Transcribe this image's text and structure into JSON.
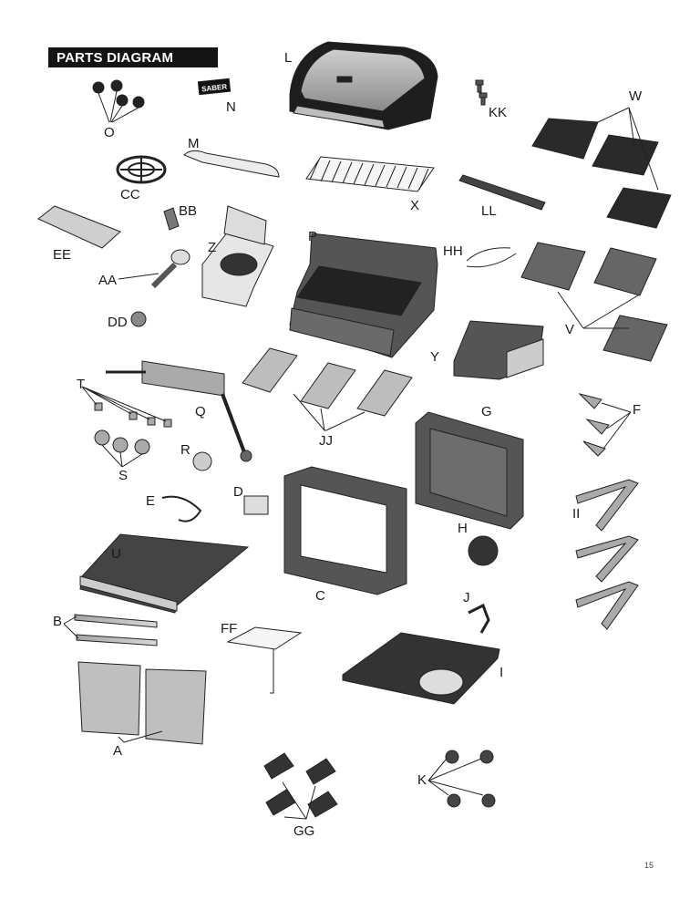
{
  "header": {
    "title": "PARTS DIAGRAM"
  },
  "logo_text": "SABER",
  "page_number": "15",
  "labels": [
    "L",
    "N",
    "KK",
    "W",
    "O",
    "M",
    "CC",
    "X",
    "LL",
    "BB",
    "EE",
    "Z",
    "P",
    "HH",
    "AA",
    "DD",
    "V",
    "Y",
    "T",
    "Q",
    "G",
    "F",
    "JJ",
    "R",
    "S",
    "E",
    "D",
    "II",
    "H",
    "U",
    "C",
    "J",
    "B",
    "FF",
    "I",
    "A",
    "K",
    "GG"
  ]
}
